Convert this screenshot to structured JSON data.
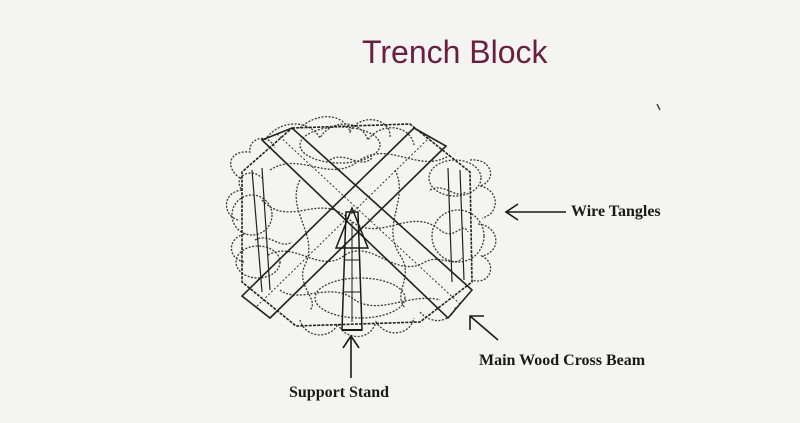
{
  "title": "Trench Block",
  "labels": {
    "wire_tangles": "Wire Tangles",
    "main_beam": "Main Wood Cross Beam",
    "support_stand": "Support Stand"
  },
  "colors": {
    "title": "#6a1f3e",
    "ink": "#2a2a2a",
    "background": "#f4f4f2"
  }
}
